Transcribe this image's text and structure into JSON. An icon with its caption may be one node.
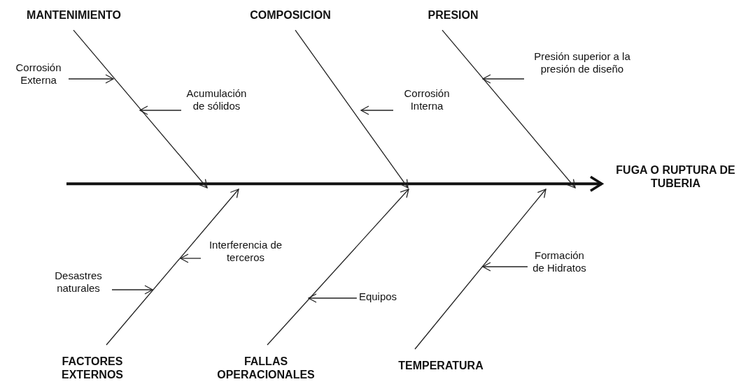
{
  "diagram": {
    "nodes": [
      {
        "text": [
          "MANTENIMIENTO"
        ]
      },
      {
        "text": [
          "COMPOSICION"
        ]
      },
      {
        "text": [
          "PRESION"
        ]
      },
      {
        "text": [
          "FUGA O RUPTURA DE TUBERIA"
        ]
      },
      {
        "text": [
          "FACTORES EXTERNOS"
        ]
      },
      {
        "text": [
          "FALLAS OPERACIONALES"
        ]
      },
      {
        "text": [
          "TEMPERATURA"
        ]
      },
      {
        "text": [
          "Corrosión Externa"
        ]
      },
      {
        "text": [
          "Acumulación de sólidos"
        ]
      },
      {
        "text": [
          "Corrosión Interna"
        ]
      },
      {
        "text": [
          "Presión superior a la presión de diseño"
        ]
      },
      {
        "text": [
          "Desastres naturales"
        ]
      },
      {
        "text": [
          "Interferencia de terceros"
        ]
      },
      {
        "text": [
          "Equipos"
        ]
      },
      {
        "text": [
          "Formación de Hidratos"
        ]
      }
    ],
    "edges": [
      {
        "from": null,
        "to": 3,
        "arrow": "to",
        "style": "thick"
      },
      {
        "from": 0,
        "to": null,
        "arrow": "to"
      },
      {
        "from": 1,
        "to": null,
        "arrow": "to"
      },
      {
        "from": 2,
        "to": null,
        "arrow": "to"
      },
      {
        "from": 4,
        "to": null,
        "arrow": "to"
      },
      {
        "from": 5,
        "to": null,
        "arrow": "to"
      },
      {
        "from": 6,
        "to": null,
        "arrow": "to"
      },
      {
        "from": 7,
        "to": null,
        "arrow": "to"
      },
      {
        "from": 8,
        "to": null,
        "arrow": "to"
      },
      {
        "from": 9,
        "to": null,
        "arrow": "to"
      },
      {
        "from": 10,
        "to": null,
        "arrow": "to"
      },
      {
        "from": 11,
        "to": null,
        "arrow": "to"
      },
      {
        "from": 12,
        "to": null,
        "arrow": "to"
      },
      {
        "from": 13,
        "to": null,
        "arrow": "to"
      },
      {
        "from": 14,
        "to": null,
        "arrow": "to"
      }
    ]
  }
}
